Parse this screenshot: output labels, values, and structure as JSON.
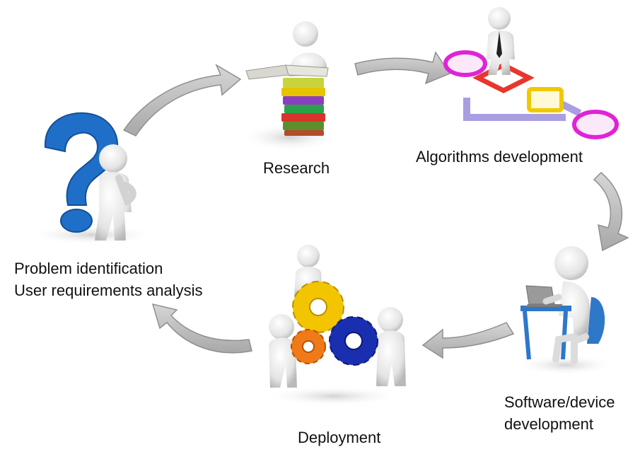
{
  "stages": {
    "research": {
      "label": "Research",
      "icon": "reading-books-figure-icon"
    },
    "algorithms": {
      "label": "Algorithms development",
      "icon": "flowchart-figure-icon"
    },
    "software": {
      "line1": "Software/device",
      "line2": "development",
      "icon": "laptop-figure-icon"
    },
    "deployment": {
      "label": "Deployment",
      "icon": "gears-figure-icon"
    },
    "problem": {
      "line1": "Problem identification",
      "line2": "User requirements analysis",
      "icon": "question-mark-figure-icon"
    }
  },
  "colors": {
    "arrow": "#b4b4b4",
    "question_mark": "#1f6fc9",
    "gear_yellow": "#f2c500",
    "gear_orange": "#f07a18",
    "gear_blue": "#1a2fb0",
    "flow_magenta": "#e023d6",
    "flow_red": "#e8362c",
    "flow_yellow": "#f0c800",
    "flow_lavender": "#a99ee0",
    "desk_blue": "#2e77c9"
  }
}
